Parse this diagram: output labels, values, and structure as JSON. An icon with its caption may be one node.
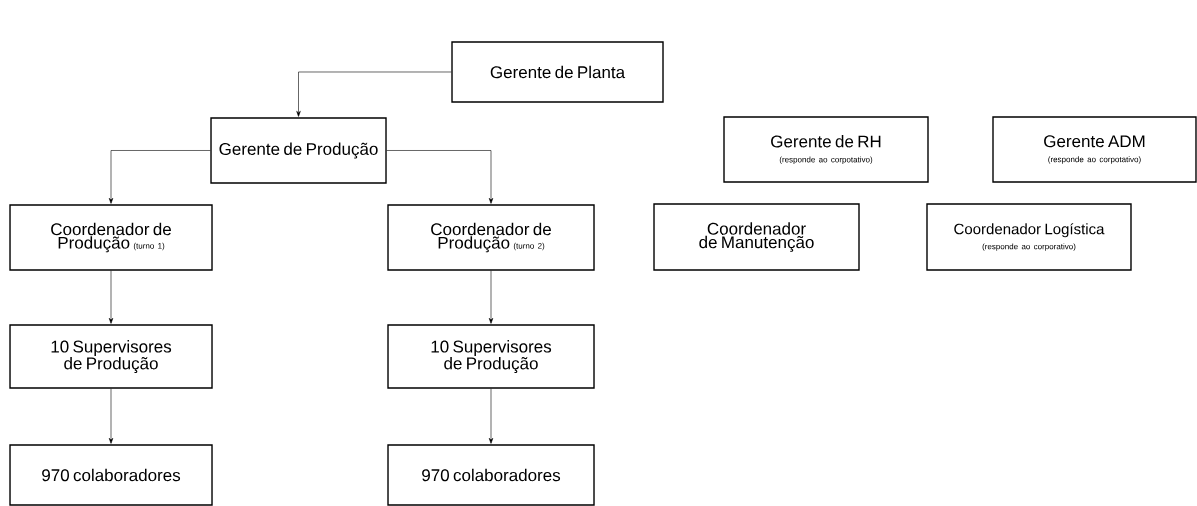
{
  "diagram": {
    "nodes": [
      {
        "text": [
          "Gerente de Planta"
        ]
      },
      {
        "text": [
          "Gerente de Produção"
        ]
      },
      {
        "text": [
          "Coordenador de Produção",
          "(turno 1)"
        ]
      },
      {
        "text": [
          "Coordenador de Produção",
          "(turno 2)"
        ]
      },
      {
        "text": [
          "10 Supervisores de Produção"
        ]
      },
      {
        "text": [
          "10 Supervisores de Produção"
        ]
      },
      {
        "text": [
          "970 colaboradores"
        ]
      },
      {
        "text": [
          "970 colaboradores"
        ]
      },
      {
        "text": [
          "Gerente de RH",
          "(responde ao corpotativo)"
        ]
      },
      {
        "text": [
          "Gerente ADM",
          "(responde ao corpotativo)"
        ]
      },
      {
        "text": [
          "Coordenador de Manutenção"
        ]
      },
      {
        "text": [
          "Coordenador Logística",
          "(responde ao corporativo)"
        ]
      }
    ],
    "edges": [
      {
        "from": 0,
        "to": 1,
        "arrow": "to"
      },
      {
        "from": 1,
        "to": 2,
        "arrow": "to"
      },
      {
        "from": 1,
        "to": 3,
        "arrow": "to"
      },
      {
        "from": 2,
        "to": 4,
        "arrow": "to"
      },
      {
        "from": 4,
        "to": 6,
        "arrow": "to"
      },
      {
        "from": 3,
        "to": 5,
        "arrow": "to"
      },
      {
        "from": 5,
        "to": 7,
        "arrow": "to"
      }
    ]
  }
}
